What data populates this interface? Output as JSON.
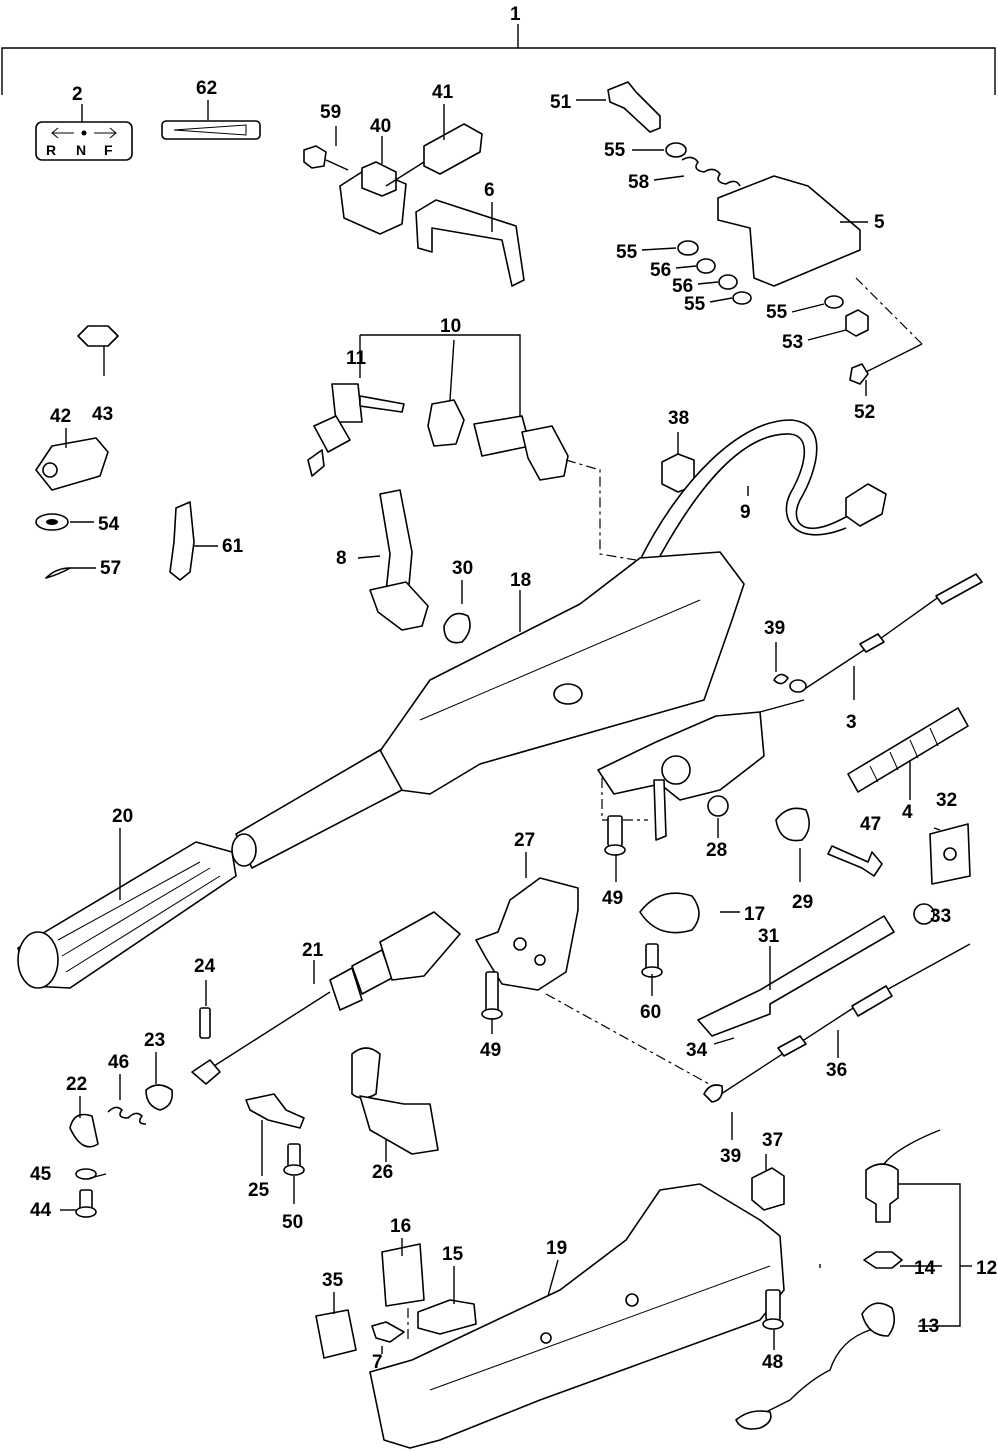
{
  "callouts": [
    {
      "id": "1",
      "label": "1"
    },
    {
      "id": "2",
      "label": "2"
    },
    {
      "id": "3",
      "label": "3"
    },
    {
      "id": "4",
      "label": "4"
    },
    {
      "id": "5",
      "label": "5"
    },
    {
      "id": "6",
      "label": "6"
    },
    {
      "id": "7",
      "label": "7"
    },
    {
      "id": "8",
      "label": "8"
    },
    {
      "id": "9",
      "label": "9"
    },
    {
      "id": "10",
      "label": "10"
    },
    {
      "id": "11",
      "label": "11"
    },
    {
      "id": "12",
      "label": "12"
    },
    {
      "id": "13",
      "label": "13"
    },
    {
      "id": "14",
      "label": "14"
    },
    {
      "id": "15",
      "label": "15"
    },
    {
      "id": "16",
      "label": "16"
    },
    {
      "id": "17",
      "label": "17"
    },
    {
      "id": "18",
      "label": "18"
    },
    {
      "id": "19",
      "label": "19"
    },
    {
      "id": "20",
      "label": "20"
    },
    {
      "id": "21",
      "label": "21"
    },
    {
      "id": "22",
      "label": "22"
    },
    {
      "id": "23",
      "label": "23"
    },
    {
      "id": "24",
      "label": "24"
    },
    {
      "id": "25",
      "label": "25"
    },
    {
      "id": "26",
      "label": "26"
    },
    {
      "id": "27",
      "label": "27"
    },
    {
      "id": "28",
      "label": "28"
    },
    {
      "id": "29",
      "label": "29"
    },
    {
      "id": "30",
      "label": "30"
    },
    {
      "id": "31",
      "label": "31"
    },
    {
      "id": "32",
      "label": "32"
    },
    {
      "id": "33",
      "label": "33"
    },
    {
      "id": "34",
      "label": "34"
    },
    {
      "id": "35",
      "label": "35"
    },
    {
      "id": "36",
      "label": "36"
    },
    {
      "id": "37",
      "label": "37"
    },
    {
      "id": "38",
      "label": "38"
    },
    {
      "id": "39a",
      "label": "39"
    },
    {
      "id": "39b",
      "label": "39"
    },
    {
      "id": "40",
      "label": "40"
    },
    {
      "id": "41",
      "label": "41"
    },
    {
      "id": "42",
      "label": "42"
    },
    {
      "id": "43",
      "label": "43"
    },
    {
      "id": "44",
      "label": "44"
    },
    {
      "id": "45",
      "label": "45"
    },
    {
      "id": "46",
      "label": "46"
    },
    {
      "id": "47",
      "label": "47"
    },
    {
      "id": "48",
      "label": "48"
    },
    {
      "id": "49a",
      "label": "49"
    },
    {
      "id": "49b",
      "label": "49"
    },
    {
      "id": "50",
      "label": "50"
    },
    {
      "id": "51",
      "label": "51"
    },
    {
      "id": "52",
      "label": "52"
    },
    {
      "id": "53",
      "label": "53"
    },
    {
      "id": "54",
      "label": "54"
    },
    {
      "id": "55a",
      "label": "55"
    },
    {
      "id": "55b",
      "label": "55"
    },
    {
      "id": "55c",
      "label": "55"
    },
    {
      "id": "55d",
      "label": "55"
    },
    {
      "id": "56a",
      "label": "56"
    },
    {
      "id": "56b",
      "label": "56"
    },
    {
      "id": "57",
      "label": "57"
    },
    {
      "id": "58",
      "label": "58"
    },
    {
      "id": "59",
      "label": "59"
    },
    {
      "id": "60",
      "label": "60"
    },
    {
      "id": "61",
      "label": "61"
    },
    {
      "id": "62",
      "label": "62"
    }
  ],
  "decal": {
    "r": "R",
    "n": "N",
    "f": "F"
  }
}
